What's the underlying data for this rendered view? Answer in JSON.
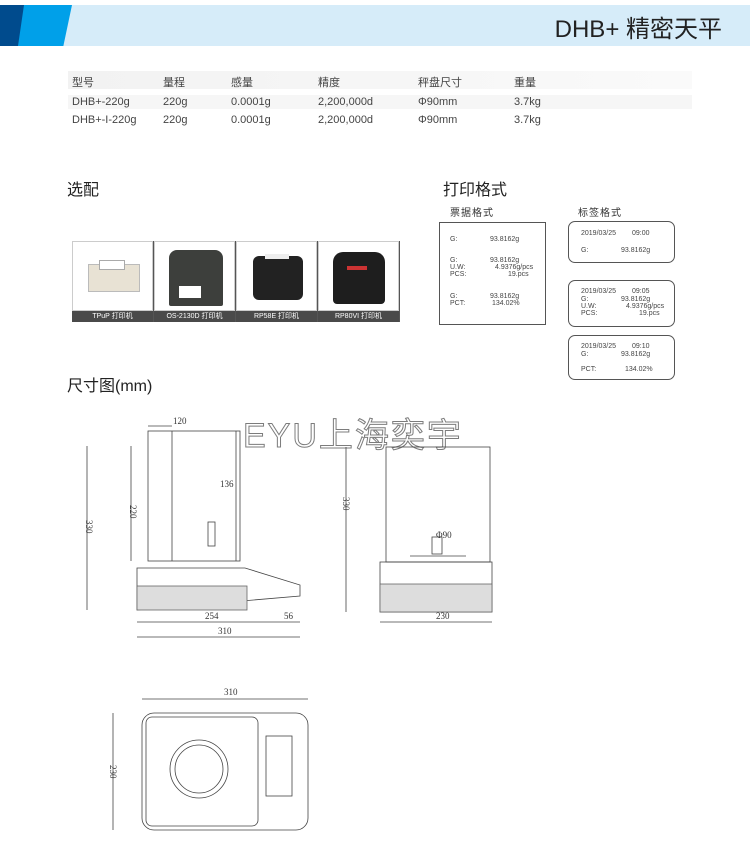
{
  "header": {
    "title": "DHB+ 精密天平"
  },
  "specs": {
    "columns": [
      "型号",
      "量程",
      "感量",
      "精度",
      "秤盘尺寸",
      "重量"
    ],
    "rows": [
      [
        "DHB+-220g",
        "220g",
        "0.0001g",
        "2,200,000d",
        "Φ90mm",
        "3.7kg"
      ],
      [
        "DHB+-I-220g",
        "220g",
        "0.0001g",
        "2,200,000d",
        "Φ90mm",
        "3.7kg"
      ]
    ]
  },
  "options": {
    "title": "选配",
    "printers": [
      "TPuP  打印机",
      "OS-2130D  打印机",
      "RP58E  打印机",
      "RP80VI  打印机"
    ]
  },
  "print_format": {
    "title": "打印格式",
    "receipt_title": "票据格式",
    "label_title": "标签格式",
    "receipt": {
      "g1": "G:",
      "v1": "93.8162g",
      "g2": "G:",
      "v2": "93.8162g",
      "uw": "U.W:",
      "uwv": "4.9376g/pcs",
      "pcs": "PCS:",
      "pcsv": "19.pcs",
      "g3": "G:",
      "v3": "93.8162g",
      "pct": "PCT:",
      "pctv": "134.02%"
    },
    "labels": [
      {
        "date": "2019/03/25",
        "time": "09:00",
        "g": "G:",
        "gv": "93.8162g"
      },
      {
        "date": "2019/03/25",
        "time": "09:05",
        "g": "G:",
        "gv": "93.8162g",
        "uw": "U.W:",
        "uwv": "4.9376g/pcs",
        "pcs": "PCS:",
        "pcsv": "19.pcs"
      },
      {
        "date": "2019/03/25",
        "time": "09:10",
        "g": "G:",
        "gv": "93.8162g",
        "pct": "PCT:",
        "pctv": "134.02%"
      }
    ]
  },
  "dimensions": {
    "title": "尺寸图(mm)",
    "watermark": "EYU上海奕宇",
    "front": {
      "w120": "120",
      "h220": "220",
      "h330": "330",
      "d136": "136",
      "w254": "254",
      "w56": "56",
      "w310": "310"
    },
    "side": {
      "h330": "330",
      "d90": "Φ90",
      "w230": "230"
    },
    "top": {
      "w310": "310",
      "h230": "230"
    }
  }
}
